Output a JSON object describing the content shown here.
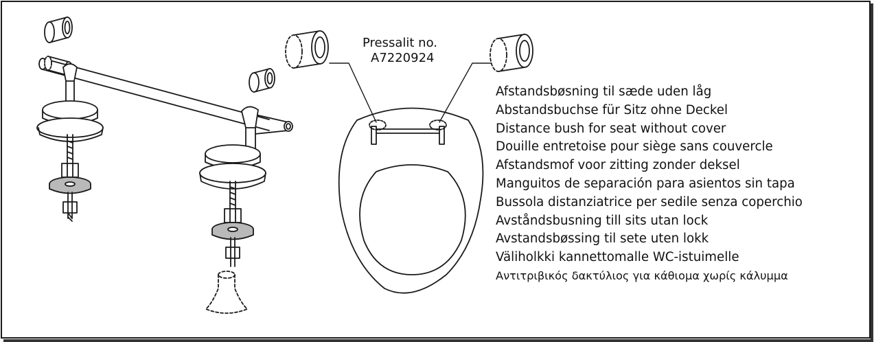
{
  "part_label": {
    "line1": "Pressalit no.",
    "line2": "A7220924"
  },
  "descriptions": [
    "Afstandsbøsning til sæde uden låg",
    "Abstandsbuchse für Sitz ohne Deckel",
    "Distance bush for seat without cover",
    "Douille entretoise pour siège sans couvercle",
    "Afstandsmof voor zitting zonder deksel",
    "Manguitos de separación para asientos sin tapa",
    "Bussola distanziatrice per sedile senza coperchio",
    "Avståndsbusning till sits utan lock",
    "Avstandsbøssing til sete uten lokk",
    "Väliholkki kannettomalle WC-istuimelle",
    "Αντιτριβικός δακτύλιος για κάθιομα χωρίς κάλυμμα"
  ],
  "colors": {
    "line": "#1a1a1a",
    "washer_fill": "#b9b9b9",
    "background": "#ffffff"
  }
}
